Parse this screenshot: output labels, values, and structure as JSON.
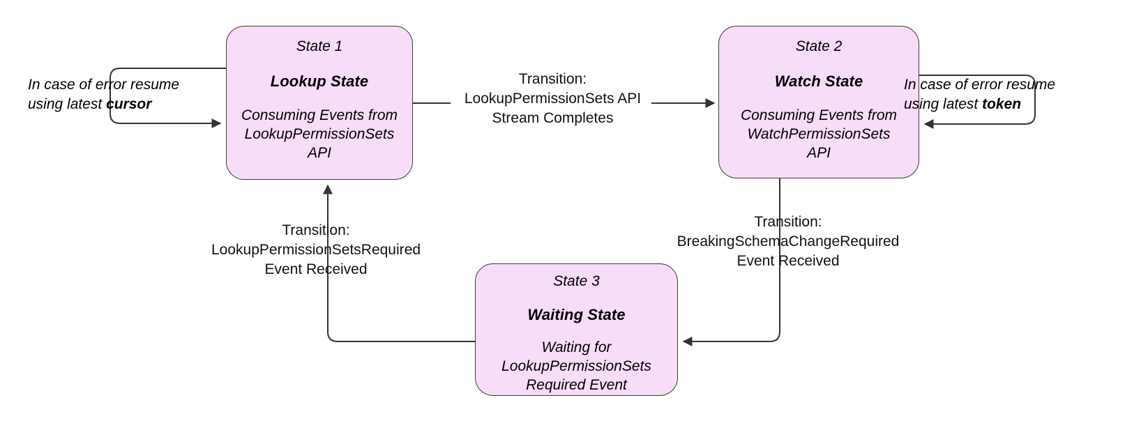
{
  "diagram": {
    "type": "state-machine",
    "title": "Permission Sets Event Consumption State Machine",
    "colors": {
      "state_fill": "#f7ddf8",
      "state_border": "#3a3a3a",
      "edge": "#333333",
      "background": "#ffffff",
      "text": "#000000"
    },
    "states": [
      {
        "id": "state1",
        "index": "State 1",
        "title": "Lookup State",
        "description": "Consuming Events from\nLookupPermissionSets\nAPI"
      },
      {
        "id": "state2",
        "index": "State 2",
        "title": "Watch State",
        "description": "Consuming Events from\nWatchPermissionSets\nAPI"
      },
      {
        "id": "state3",
        "index": "State 3",
        "title": "Waiting State",
        "description": "Waiting for\nLookupPermissionSets\nRequired Event"
      }
    ],
    "transitions": [
      {
        "id": "t1-2",
        "from": "state1",
        "to": "state2",
        "label": "Transition:\nLookupPermissionSets API\nStream Completes"
      },
      {
        "id": "t3-1",
        "from": "state3",
        "to": "state1",
        "label": "Transition:\nLookupPermissionSetsRequired\nEvent Received"
      },
      {
        "id": "t2-3",
        "from": "state2",
        "to": "state3",
        "label": "Transition:\nBreakingSchemaChangeRequired\nEvent Received"
      }
    ],
    "self_loops": [
      {
        "id": "loop-state1",
        "state": "state1",
        "line1": "In case of error resume",
        "line2_prefix": "using latest ",
        "line2_bold": "cursor"
      },
      {
        "id": "loop-state2",
        "state": "state2",
        "line1": "In case of error resume",
        "line2_prefix": "using latest ",
        "line2_bold": "token"
      }
    ]
  }
}
